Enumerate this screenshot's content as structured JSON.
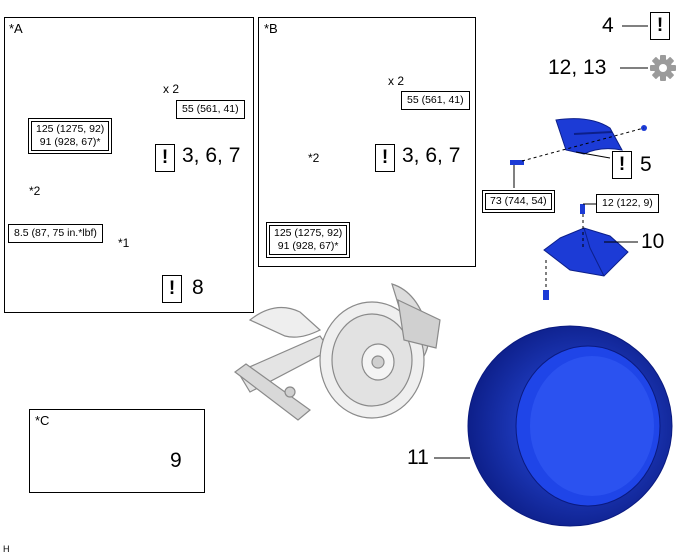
{
  "panels": {
    "a": {
      "tag": "*A"
    },
    "b": {
      "tag": "*B"
    },
    "c": {
      "tag": "*C"
    }
  },
  "torques": {
    "a_mount": "55 (561, 41)",
    "a_lower_1": "125 (1275, 92)",
    "a_lower_2": "91 (928, 67)*",
    "a_bracket": "8.5 (87, 75 in.*lbf)",
    "b_mount": "55 (561, 41)",
    "b_lower_1": "125 (1275, 92)",
    "b_lower_2": "91 (928, 67)*",
    "r5_bolt": "73 (744, 54)",
    "r10_bolt": "12 (122, 9)"
  },
  "labels": {
    "a_qty": "x 2",
    "b_qty": "x 2",
    "a_note2": "*2",
    "a_note1": "*1",
    "b_note2": "*2",
    "a_shock_steps": "3, 6, 7",
    "b_shock_steps": "3, 6, 7",
    "a_sensor_step": "8",
    "c_step": "9",
    "step_4": "4",
    "step_12_13": "12, 13",
    "step_5": "5",
    "step_10": "10",
    "step_11": "11",
    "footer": "H"
  },
  "icons": {
    "warning_glyph": "!",
    "gear": "gear-icon"
  },
  "colors": {
    "part_blue": "#1f3fd8",
    "part_dark": "#0c1f8a",
    "line": "#000000",
    "gear_gray": "#9b9b9b"
  }
}
